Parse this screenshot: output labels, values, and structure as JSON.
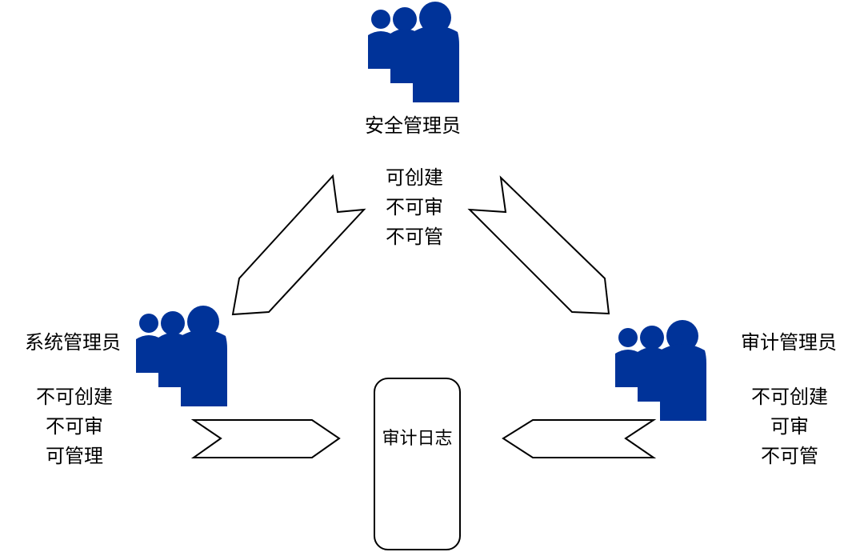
{
  "diagram": {
    "nodes": {
      "security_admin": {
        "title": "安全管理员",
        "permissions": [
          "可创建",
          "不可审",
          "不可管"
        ],
        "icon": "users-icon"
      },
      "system_admin": {
        "title": "系统管理员",
        "permissions": [
          "不可创建",
          "不可审",
          "可管理"
        ],
        "icon": "users-icon"
      },
      "audit_admin": {
        "title": "审计管理员",
        "permissions": [
          "不可创建",
          "可审",
          "不可管"
        ],
        "icon": "users-icon"
      },
      "audit_log": {
        "label": "审计日志"
      }
    }
  },
  "colors": {
    "icon": "#003399",
    "line": "#000000",
    "background": "#ffffff"
  }
}
